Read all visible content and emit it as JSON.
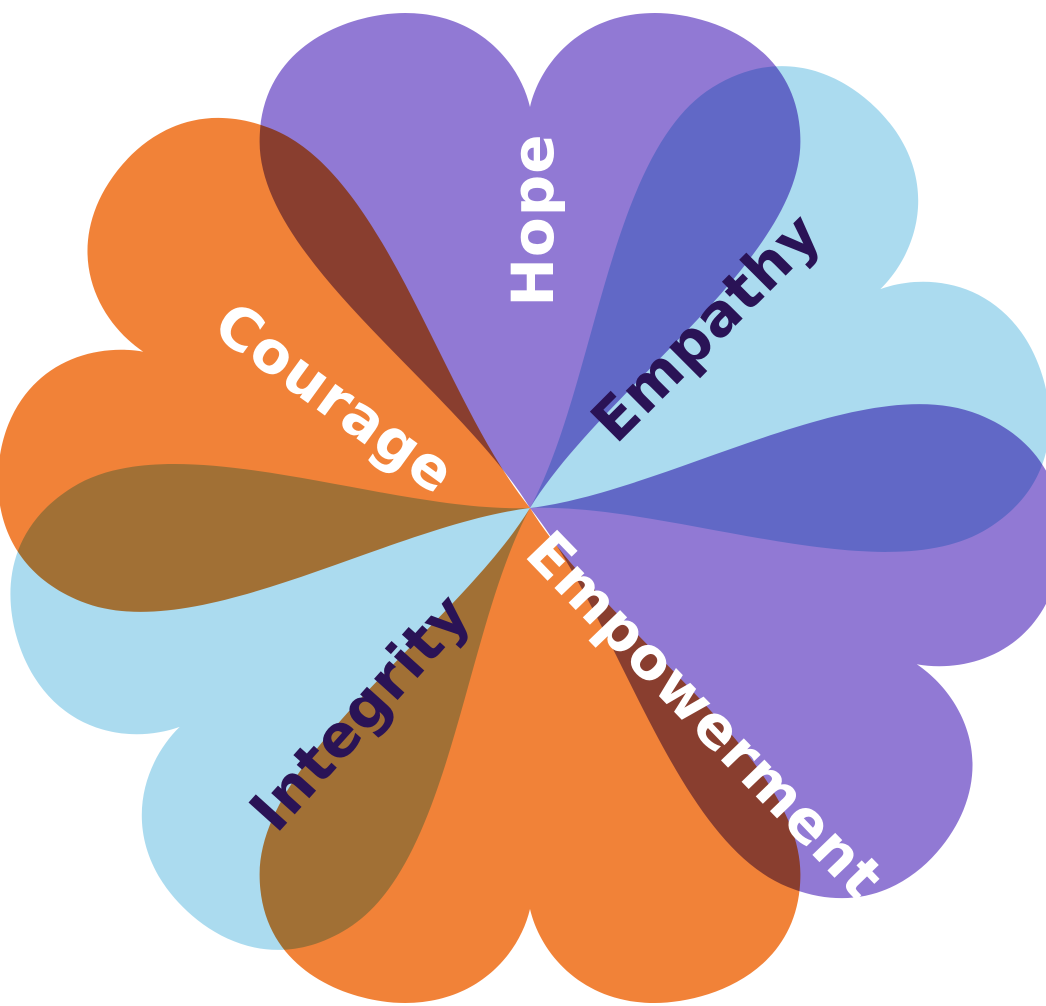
{
  "colors": {
    "orange": "#F07B2D",
    "purple": "#8B72D2",
    "light_blue": "#A6D9EE",
    "white_text": "#FFFFFF",
    "dark_text": "#2A1356"
  },
  "hearts": [
    {
      "name": "hope",
      "color": "purple",
      "label": "Hope",
      "label_color": "white_text"
    },
    {
      "name": "empathy",
      "color": "light_blue",
      "label": "Empathy",
      "label_color": "dark_text"
    },
    {
      "name": "empowerment",
      "color": "purple",
      "label": "Empowerment",
      "label_color": "white_text"
    },
    {
      "name": "bottom",
      "color": "orange",
      "label": "",
      "label_color": "white_text"
    },
    {
      "name": "integrity",
      "color": "light_blue",
      "label": "Integrity",
      "label_color": "dark_text"
    },
    {
      "name": "courage",
      "color": "orange",
      "label": "Courage",
      "label_color": "white_text"
    }
  ]
}
